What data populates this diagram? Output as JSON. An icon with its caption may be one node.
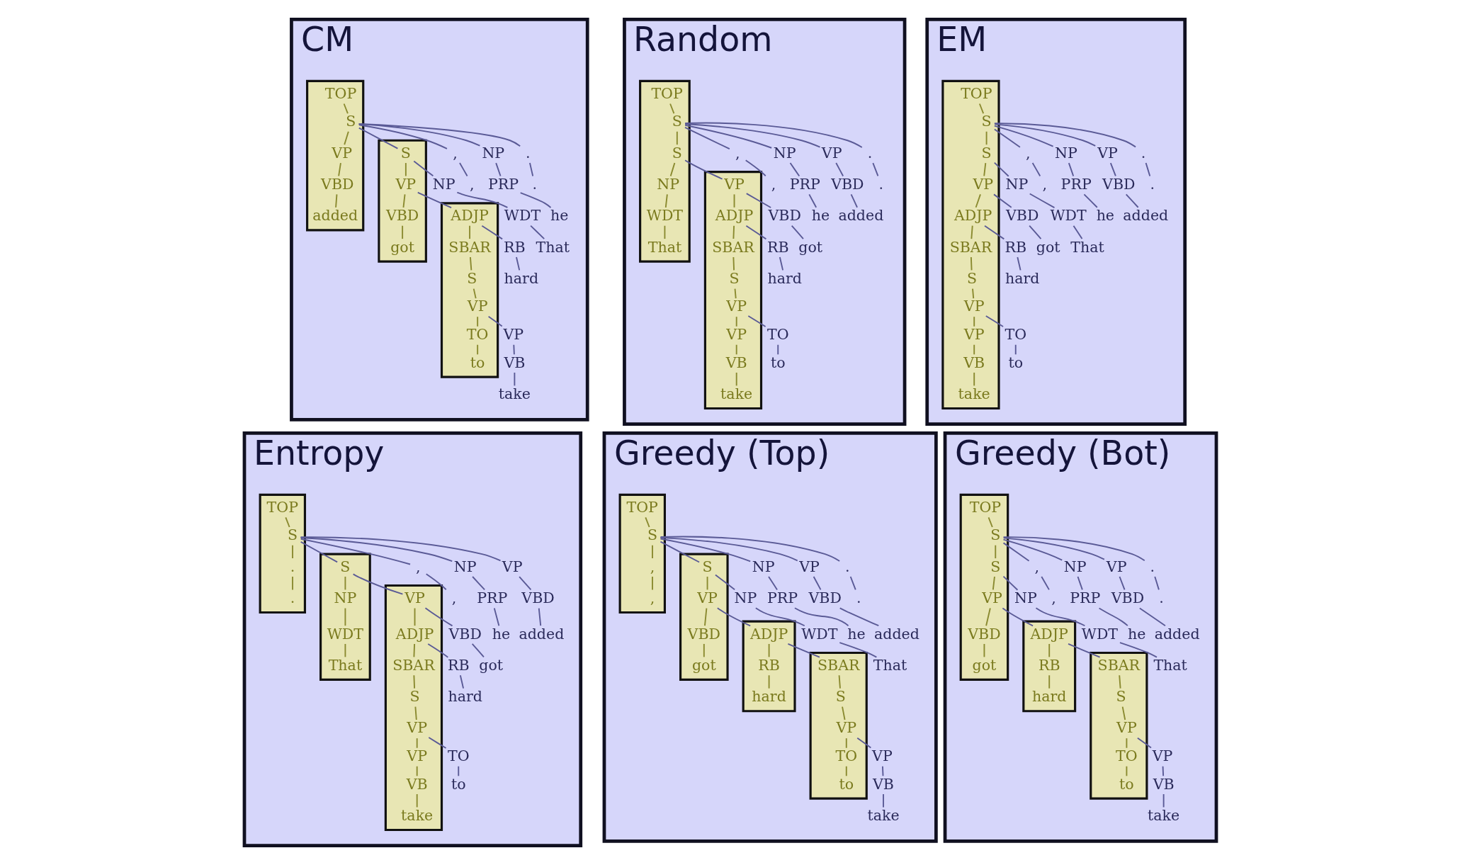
{
  "diagram": {
    "nodes": [
      {
        "text": [
          "CM"
        ]
      },
      {
        "text": [
          "Random"
        ]
      },
      {
        "text": [
          "EM"
        ]
      },
      {
        "text": [
          "Entropy"
        ]
      },
      {
        "text": [
          "Greedy (Top)"
        ]
      },
      {
        "text": [
          "Greedy (Bot)"
        ]
      },
      {
        "text": [],
        "shape": "polygon",
        "in": 0
      },
      {
        "text": [],
        "shape": "polygon",
        "in": 0
      },
      {
        "text": [],
        "shape": "polygon",
        "in": 0
      },
      {
        "text": [],
        "shape": "polygon",
        "in": 1
      },
      {
        "text": [],
        "shape": "polygon",
        "in": 1
      },
      {
        "text": [],
        "shape": "polygon",
        "in": 2
      },
      {
        "text": [],
        "shape": "polygon",
        "in": 3
      },
      {
        "text": [],
        "shape": "polygon",
        "in": 3
      },
      {
        "text": [],
        "shape": "polygon",
        "in": 3
      },
      {
        "text": [],
        "shape": "polygon",
        "in": 4
      },
      {
        "text": [],
        "shape": "polygon",
        "in": 4
      },
      {
        "text": [],
        "shape": "polygon",
        "in": 4
      },
      {
        "text": [],
        "shape": "polygon",
        "in": 4
      },
      {
        "text": [],
        "shape": "polygon",
        "in": 5
      },
      {
        "text": [],
        "shape": "polygon",
        "in": 5
      },
      {
        "text": [],
        "shape": "polygon",
        "in": 5
      },
      {
        "text": [
          "TOP"
        ],
        "in": 6
      },
      {
        "text": [
          "S"
        ],
        "in": 6
      },
      {
        "text": [
          "S"
        ],
        "in": 7
      },
      {
        "text": [
          "NP"
        ],
        "in": 0
      },
      {
        "text": [
          "WDT"
        ],
        "in": 0
      },
      {
        "text": [
          "That"
        ],
        "in": 0
      },
      {
        "text": [
          "VP"
        ],
        "in": 7
      },
      {
        "text": [
          "VBD"
        ],
        "in": 7
      },
      {
        "text": [
          "got"
        ],
        "in": 7
      },
      {
        "text": [
          "ADJP"
        ],
        "in": 8
      },
      {
        "text": [
          "RB"
        ],
        "in": 0
      },
      {
        "text": [
          "hard"
        ],
        "in": 0
      },
      {
        "text": [
          "SBAR"
        ],
        "in": 8
      },
      {
        "text": [
          "S"
        ],
        "in": 8
      },
      {
        "text": [
          "VP"
        ],
        "in": 8
      },
      {
        "text": [
          "TO"
        ],
        "in": 8
      },
      {
        "text": [
          "to"
        ],
        "in": 8
      },
      {
        "text": [
          "VP"
        ],
        "in": 0
      },
      {
        "text": [
          "VB"
        ],
        "in": 0
      },
      {
        "text": [
          "take"
        ],
        "in": 0
      },
      {
        "text": [
          ","
        ],
        "in": 0
      },
      {
        "text": [
          ","
        ],
        "in": 0
      },
      {
        "text": [
          "NP"
        ],
        "in": 0
      },
      {
        "text": [
          "PRP"
        ],
        "in": 0
      },
      {
        "text": [
          "he"
        ],
        "in": 0
      },
      {
        "text": [
          "VP"
        ],
        "in": 6
      },
      {
        "text": [
          "VBD"
        ],
        "in": 6
      },
      {
        "text": [
          "added"
        ],
        "in": 6
      },
      {
        "text": [
          "."
        ],
        "in": 0
      },
      {
        "text": [
          "."
        ],
        "in": 0
      },
      {
        "text": [
          "TOP"
        ],
        "in": 9
      },
      {
        "text": [
          "S"
        ],
        "in": 9
      },
      {
        "text": [
          "S"
        ],
        "in": 9
      },
      {
        "text": [
          "NP"
        ],
        "in": 9
      },
      {
        "text": [
          "WDT"
        ],
        "in": 9
      },
      {
        "text": [
          "That"
        ],
        "in": 9
      },
      {
        "text": [
          "VP"
        ],
        "in": 10
      },
      {
        "text": [
          "VBD"
        ],
        "in": 1
      },
      {
        "text": [
          "got"
        ],
        "in": 1
      },
      {
        "text": [
          "ADJP"
        ],
        "in": 10
      },
      {
        "text": [
          "RB"
        ],
        "in": 1
      },
      {
        "text": [
          "hard"
        ],
        "in": 1
      },
      {
        "text": [
          "SBAR"
        ],
        "in": 10
      },
      {
        "text": [
          "S"
        ],
        "in": 10
      },
      {
        "text": [
          "VP"
        ],
        "in": 10
      },
      {
        "text": [
          "TO"
        ],
        "in": 1
      },
      {
        "text": [
          "to"
        ],
        "in": 1
      },
      {
        "text": [
          "VP"
        ],
        "in": 10
      },
      {
        "text": [
          "VB"
        ],
        "in": 10
      },
      {
        "text": [
          "take"
        ],
        "in": 10
      },
      {
        "text": [
          ","
        ],
        "in": 1
      },
      {
        "text": [
          ","
        ],
        "in": 1
      },
      {
        "text": [
          "NP"
        ],
        "in": 1
      },
      {
        "text": [
          "PRP"
        ],
        "in": 1
      },
      {
        "text": [
          "he"
        ],
        "in": 1
      },
      {
        "text": [
          "VP"
        ],
        "in": 1
      },
      {
        "text": [
          "VBD"
        ],
        "in": 1
      },
      {
        "text": [
          "added"
        ],
        "in": 1
      },
      {
        "text": [
          "."
        ],
        "in": 1
      },
      {
        "text": [
          "."
        ],
        "in": 1
      },
      {
        "text": [
          "TOP"
        ],
        "in": 11
      },
      {
        "text": [
          "S"
        ],
        "in": 11
      },
      {
        "text": [
          "S"
        ],
        "in": 11
      },
      {
        "text": [
          "NP"
        ],
        "in": 2
      },
      {
        "text": [
          "WDT"
        ],
        "in": 2
      },
      {
        "text": [
          "That"
        ],
        "in": 2
      },
      {
        "text": [
          "VP"
        ],
        "in": 11
      },
      {
        "text": [
          "VBD"
        ],
        "in": 2
      },
      {
        "text": [
          "got"
        ],
        "in": 2
      },
      {
        "text": [
          "ADJP"
        ],
        "in": 11
      },
      {
        "text": [
          "RB"
        ],
        "in": 2
      },
      {
        "text": [
          "hard"
        ],
        "in": 2
      },
      {
        "text": [
          "SBAR"
        ],
        "in": 11
      },
      {
        "text": [
          "S"
        ],
        "in": 11
      },
      {
        "text": [
          "VP"
        ],
        "in": 11
      },
      {
        "text": [
          "TO"
        ],
        "in": 2
      },
      {
        "text": [
          "to"
        ],
        "in": 2
      },
      {
        "text": [
          "VP"
        ],
        "in": 11
      },
      {
        "text": [
          "VB"
        ],
        "in": 11
      },
      {
        "text": [
          "take"
        ],
        "in": 11
      },
      {
        "text": [
          ","
        ],
        "in": 2
      },
      {
        "text": [
          ","
        ],
        "in": 2
      },
      {
        "text": [
          "NP"
        ],
        "in": 2
      },
      {
        "text": [
          "PRP"
        ],
        "in": 2
      },
      {
        "text": [
          "he"
        ],
        "in": 2
      },
      {
        "text": [
          "VP"
        ],
        "in": 2
      },
      {
        "text": [
          "VBD"
        ],
        "in": 2
      },
      {
        "text": [
          "added"
        ],
        "in": 2
      },
      {
        "text": [
          "."
        ],
        "in": 2
      },
      {
        "text": [
          "."
        ],
        "in": 2
      },
      {
        "text": [
          "TOP"
        ],
        "in": 12
      },
      {
        "text": [
          "S"
        ],
        "in": 12
      },
      {
        "text": [
          "S"
        ],
        "in": 13
      },
      {
        "text": [
          "NP"
        ],
        "in": 13
      },
      {
        "text": [
          "WDT"
        ],
        "in": 13
      },
      {
        "text": [
          "That"
        ],
        "in": 13
      },
      {
        "text": [
          "VP"
        ],
        "in": 14
      },
      {
        "text": [
          "VBD"
        ],
        "in": 3
      },
      {
        "text": [
          "got"
        ],
        "in": 3
      },
      {
        "text": [
          "ADJP"
        ],
        "in": 14
      },
      {
        "text": [
          "RB"
        ],
        "in": 3
      },
      {
        "text": [
          "hard"
        ],
        "in": 3
      },
      {
        "text": [
          "SBAR"
        ],
        "in": 14
      },
      {
        "text": [
          "S"
        ],
        "in": 14
      },
      {
        "text": [
          "VP"
        ],
        "in": 14
      },
      {
        "text": [
          "TO"
        ],
        "in": 3
      },
      {
        "text": [
          "to"
        ],
        "in": 3
      },
      {
        "text": [
          "VP"
        ],
        "in": 14
      },
      {
        "text": [
          "VB"
        ],
        "in": 14
      },
      {
        "text": [
          "take"
        ],
        "in": 14
      },
      {
        "text": [
          ","
        ],
        "in": 3
      },
      {
        "text": [
          ","
        ],
        "in": 3
      },
      {
        "text": [
          "NP"
        ],
        "in": 3
      },
      {
        "text": [
          "PRP"
        ],
        "in": 3
      },
      {
        "text": [
          "he"
        ],
        "in": 3
      },
      {
        "text": [
          "VP"
        ],
        "in": 3
      },
      {
        "text": [
          "VBD"
        ],
        "in": 3
      },
      {
        "text": [
          "added"
        ],
        "in": 3
      },
      {
        "text": [
          "."
        ],
        "in": 12
      },
      {
        "text": [
          "."
        ],
        "in": 12
      },
      {
        "text": [
          "TOP"
        ],
        "in": 15
      },
      {
        "text": [
          "S"
        ],
        "in": 15
      },
      {
        "text": [
          "S"
        ],
        "in": 16
      },
      {
        "text": [
          "NP"
        ],
        "in": 4
      },
      {
        "text": [
          "WDT"
        ],
        "in": 4
      },
      {
        "text": [
          "That"
        ],
        "in": 4
      },
      {
        "text": [
          "VP"
        ],
        "in": 16
      },
      {
        "text": [
          "VBD"
        ],
        "in": 16
      },
      {
        "text": [
          "got"
        ],
        "in": 16
      },
      {
        "text": [
          "ADJP"
        ],
        "in": 17
      },
      {
        "text": [
          "RB"
        ],
        "in": 17
      },
      {
        "text": [
          "hard"
        ],
        "in": 17
      },
      {
        "text": [
          "SBAR"
        ],
        "in": 18
      },
      {
        "text": [
          "S"
        ],
        "in": 18
      },
      {
        "text": [
          "VP"
        ],
        "in": 18
      },
      {
        "text": [
          "TO"
        ],
        "in": 18
      },
      {
        "text": [
          "to"
        ],
        "in": 18
      },
      {
        "text": [
          "VP"
        ],
        "in": 4
      },
      {
        "text": [
          "VB"
        ],
        "in": 4
      },
      {
        "text": [
          "take"
        ],
        "in": 4
      },
      {
        "text": [
          ","
        ],
        "in": 15
      },
      {
        "text": [
          ","
        ],
        "in": 15
      },
      {
        "text": [
          "NP"
        ],
        "in": 4
      },
      {
        "text": [
          "PRP"
        ],
        "in": 4
      },
      {
        "text": [
          "he"
        ],
        "in": 4
      },
      {
        "text": [
          "VP"
        ],
        "in": 4
      },
      {
        "text": [
          "VBD"
        ],
        "in": 4
      },
      {
        "text": [
          "added"
        ],
        "in": 4
      },
      {
        "text": [
          "."
        ],
        "in": 4
      },
      {
        "text": [
          "."
        ],
        "in": 4
      },
      {
        "text": [
          "TOP"
        ],
        "in": 19
      },
      {
        "text": [
          "S"
        ],
        "in": 19
      },
      {
        "text": [
          "S"
        ],
        "in": 19
      },
      {
        "text": [
          "NP"
        ],
        "in": 5
      },
      {
        "text": [
          "WDT"
        ],
        "in": 5
      },
      {
        "text": [
          "That"
        ],
        "in": 5
      },
      {
        "text": [
          "VP"
        ],
        "in": 19
      },
      {
        "text": [
          "VBD"
        ],
        "in": 19
      },
      {
        "text": [
          "got"
        ],
        "in": 19
      },
      {
        "text": [
          "ADJP"
        ],
        "in": 20
      },
      {
        "text": [
          "RB"
        ],
        "in": 20
      },
      {
        "text": [
          "hard"
        ],
        "in": 20
      },
      {
        "text": [
          "SBAR"
        ],
        "in": 21
      },
      {
        "text": [
          "S"
        ],
        "in": 21
      },
      {
        "text": [
          "VP"
        ],
        "in": 21
      },
      {
        "text": [
          "TO"
        ],
        "in": 21
      },
      {
        "text": [
          "to"
        ],
        "in": 21
      },
      {
        "text": [
          "VP"
        ],
        "in": 5
      },
      {
        "text": [
          "VB"
        ],
        "in": 5
      },
      {
        "text": [
          "take"
        ],
        "in": 5
      },
      {
        "text": [
          ","
        ],
        "in": 5
      },
      {
        "text": [
          ","
        ],
        "in": 5
      },
      {
        "text": [
          "NP"
        ],
        "in": 5
      },
      {
        "text": [
          "PRP"
        ],
        "in": 5
      },
      {
        "text": [
          "he"
        ],
        "in": 5
      },
      {
        "text": [
          "VP"
        ],
        "in": 5
      },
      {
        "text": [
          "VBD"
        ],
        "in": 5
      },
      {
        "text": [
          "added"
        ],
        "in": 5
      },
      {
        "text": [
          "."
        ],
        "in": 5
      },
      {
        "text": [
          "."
        ],
        "in": 5
      }
    ],
    "edges": [
      {
        "from": 22,
        "to": 23,
        "arrow": "none",
        "color": "#8a8a30"
      },
      {
        "from": 23,
        "to": 24,
        "arrow": "none"
      },
      {
        "from": 23,
        "to": 42,
        "arrow": "none"
      },
      {
        "from": 23,
        "to": 44,
        "arrow": "none"
      },
      {
        "from": 23,
        "to": 47,
        "arrow": "none",
        "color": "#8a8a30"
      },
      {
        "from": 23,
        "to": 50,
        "arrow": "none"
      },
      {
        "from": 24,
        "to": 25,
        "arrow": "none"
      },
      {
        "from": 25,
        "to": 26,
        "arrow": "none"
      },
      {
        "from": 26,
        "to": 27,
        "arrow": "none"
      },
      {
        "from": 24,
        "to": 28,
        "arrow": "none",
        "color": "#8a8a30"
      },
      {
        "from": 28,
        "to": 29,
        "arrow": "none",
        "color": "#8a8a30"
      },
      {
        "from": 29,
        "to": 30,
        "arrow": "none",
        "color": "#8a8a30"
      },
      {
        "from": 28,
        "to": 31,
        "arrow": "none"
      },
      {
        "from": 31,
        "to": 32,
        "arrow": "none"
      },
      {
        "from": 32,
        "to": 33,
        "arrow": "none"
      },
      {
        "from": 31,
        "to": 34,
        "arrow": "none",
        "color": "#8a8a30"
      },
      {
        "from": 34,
        "to": 35,
        "arrow": "none",
        "color": "#8a8a30"
      },
      {
        "from": 35,
        "to": 36,
        "arrow": "none",
        "color": "#8a8a30"
      },
      {
        "from": 36,
        "to": 37,
        "arrow": "none",
        "color": "#8a8a30"
      },
      {
        "from": 37,
        "to": 38,
        "arrow": "none",
        "color": "#8a8a30"
      },
      {
        "from": 36,
        "to": 39,
        "arrow": "none"
      },
      {
        "from": 39,
        "to": 40,
        "arrow": "none"
      },
      {
        "from": 40,
        "to": 41,
        "arrow": "none"
      },
      {
        "from": 42,
        "to": 43,
        "arrow": "none"
      },
      {
        "from": 44,
        "to": 45,
        "arrow": "none"
      },
      {
        "from": 45,
        "to": 46,
        "arrow": "none"
      },
      {
        "from": 47,
        "to": 48,
        "arrow": "none",
        "color": "#8a8a30"
      },
      {
        "from": 48,
        "to": 49,
        "arrow": "none",
        "color": "#8a8a30"
      },
      {
        "from": 50,
        "to": 51,
        "arrow": "none"
      },
      {
        "from": 52,
        "to": 53,
        "arrow": "none",
        "color": "#8a8a30"
      },
      {
        "from": 53,
        "to": 54,
        "arrow": "none",
        "color": "#8a8a30"
      },
      {
        "from": 53,
        "to": 72,
        "arrow": "none"
      },
      {
        "from": 53,
        "to": 74,
        "arrow": "none"
      },
      {
        "from": 53,
        "to": 77,
        "arrow": "none"
      },
      {
        "from": 53,
        "to": 80,
        "arrow": "none"
      },
      {
        "from": 54,
        "to": 55,
        "arrow": "none",
        "color": "#8a8a30"
      },
      {
        "from": 55,
        "to": 56,
        "arrow": "none",
        "color": "#8a8a30"
      },
      {
        "from": 56,
        "to": 57,
        "arrow": "none",
        "color": "#8a8a30"
      },
      {
        "from": 54,
        "to": 58,
        "arrow": "none"
      },
      {
        "from": 58,
        "to": 59,
        "arrow": "none"
      },
      {
        "from": 59,
        "to": 60,
        "arrow": "none"
      },
      {
        "from": 58,
        "to": 61,
        "arrow": "none",
        "color": "#8a8a30"
      },
      {
        "from": 61,
        "to": 62,
        "arrow": "none"
      },
      {
        "from": 62,
        "to": 63,
        "arrow": "none"
      },
      {
        "from": 61,
        "to": 64,
        "arrow": "none",
        "color": "#8a8a30"
      },
      {
        "from": 64,
        "to": 65,
        "arrow": "none",
        "color": "#8a8a30"
      },
      {
        "from": 65,
        "to": 66,
        "arrow": "none",
        "color": "#8a8a30"
      },
      {
        "from": 66,
        "to": 67,
        "arrow": "none"
      },
      {
        "from": 67,
        "to": 68,
        "arrow": "none"
      },
      {
        "from": 66,
        "to": 69,
        "arrow": "none",
        "color": "#8a8a30"
      },
      {
        "from": 69,
        "to": 70,
        "arrow": "none",
        "color": "#8a8a30"
      },
      {
        "from": 70,
        "to": 71,
        "arrow": "none",
        "color": "#8a8a30"
      },
      {
        "from": 72,
        "to": 73,
        "arrow": "none"
      },
      {
        "from": 74,
        "to": 75,
        "arrow": "none"
      },
      {
        "from": 75,
        "to": 76,
        "arrow": "none"
      },
      {
        "from": 77,
        "to": 78,
        "arrow": "none"
      },
      {
        "from": 78,
        "to": 79,
        "arrow": "none"
      },
      {
        "from": 80,
        "to": 81,
        "arrow": "none"
      },
      {
        "from": 82,
        "to": 83,
        "arrow": "none",
        "color": "#8a8a30"
      },
      {
        "from": 83,
        "to": 84,
        "arrow": "none",
        "color": "#8a8a30"
      },
      {
        "from": 83,
        "to": 102,
        "arrow": "none"
      },
      {
        "from": 83,
        "to": 104,
        "arrow": "none"
      },
      {
        "from": 83,
        "to": 107,
        "arrow": "none"
      },
      {
        "from": 83,
        "to": 110,
        "arrow": "none"
      },
      {
        "from": 84,
        "to": 85,
        "arrow": "none"
      },
      {
        "from": 85,
        "to": 86,
        "arrow": "none"
      },
      {
        "from": 86,
        "to": 87,
        "arrow": "none"
      },
      {
        "from": 84,
        "to": 88,
        "arrow": "none",
        "color": "#8a8a30"
      },
      {
        "from": 88,
        "to": 89,
        "arrow": "none"
      },
      {
        "from": 89,
        "to": 90,
        "arrow": "none"
      },
      {
        "from": 88,
        "to": 91,
        "arrow": "none",
        "color": "#8a8a30"
      },
      {
        "from": 91,
        "to": 92,
        "arrow": "none"
      },
      {
        "from": 92,
        "to": 93,
        "arrow": "none"
      },
      {
        "from": 91,
        "to": 94,
        "arrow": "none",
        "color": "#8a8a30"
      },
      {
        "from": 94,
        "to": 95,
        "arrow": "none",
        "color": "#8a8a30"
      },
      {
        "from": 95,
        "to": 96,
        "arrow": "none",
        "color": "#8a8a30"
      },
      {
        "from": 96,
        "to": 97,
        "arrow": "none"
      },
      {
        "from": 97,
        "to": 98,
        "arrow": "none"
      },
      {
        "from": 96,
        "to": 99,
        "arrow": "none",
        "color": "#8a8a30"
      },
      {
        "from": 99,
        "to": 100,
        "arrow": "none",
        "color": "#8a8a30"
      },
      {
        "from": 100,
        "to": 101,
        "arrow": "none",
        "color": "#8a8a30"
      },
      {
        "from": 102,
        "to": 103,
        "arrow": "none"
      },
      {
        "from": 104,
        "to": 105,
        "arrow": "none"
      },
      {
        "from": 105,
        "to": 106,
        "arrow": "none"
      },
      {
        "from": 107,
        "to": 108,
        "arrow": "none"
      },
      {
        "from": 108,
        "to": 109,
        "arrow": "none"
      },
      {
        "from": 110,
        "to": 111,
        "arrow": "none"
      },
      {
        "from": 112,
        "to": 113,
        "arrow": "none",
        "color": "#8a8a30"
      },
      {
        "from": 113,
        "to": 114,
        "arrow": "none"
      },
      {
        "from": 113,
        "to": 132,
        "arrow": "none"
      },
      {
        "from": 113,
        "to": 134,
        "arrow": "none"
      },
      {
        "from": 113,
        "to": 137,
        "arrow": "none"
      },
      {
        "from": 113,
        "to": 140,
        "arrow": "none",
        "color": "#8a8a30"
      },
      {
        "from": 114,
        "to": 115,
        "arrow": "none",
        "color": "#8a8a30"
      },
      {
        "from": 115,
        "to": 116,
        "arrow": "none",
        "color": "#8a8a30"
      },
      {
        "from": 116,
        "to": 117,
        "arrow": "none",
        "color": "#8a8a30"
      },
      {
        "from": 114,
        "to": 118,
        "arrow": "none"
      },
      {
        "from": 118,
        "to": 119,
        "arrow": "none"
      },
      {
        "from": 119,
        "to": 120,
        "arrow": "none"
      },
      {
        "from": 118,
        "to": 121,
        "arrow": "none",
        "color": "#8a8a30"
      },
      {
        "from": 121,
        "to": 122,
        "arrow": "none"
      },
      {
        "from": 122,
        "to": 123,
        "arrow": "none"
      },
      {
        "from": 121,
        "to": 124,
        "arrow": "none",
        "color": "#8a8a30"
      },
      {
        "from": 124,
        "to": 125,
        "arrow": "none",
        "color": "#8a8a30"
      },
      {
        "from": 125,
        "to": 126,
        "arrow": "none",
        "color": "#8a8a30"
      },
      {
        "from": 126,
        "to": 127,
        "arrow": "none"
      },
      {
        "from": 127,
        "to": 128,
        "arrow": "none"
      },
      {
        "from": 126,
        "to": 129,
        "arrow": "none",
        "color": "#8a8a30"
      },
      {
        "from": 129,
        "to": 130,
        "arrow": "none",
        "color": "#8a8a30"
      },
      {
        "from": 130,
        "to": 131,
        "arrow": "none",
        "color": "#8a8a30"
      },
      {
        "from": 132,
        "to": 133,
        "arrow": "none"
      },
      {
        "from": 134,
        "to": 135,
        "arrow": "none"
      },
      {
        "from": 135,
        "to": 136,
        "arrow": "none"
      },
      {
        "from": 137,
        "to": 138,
        "arrow": "none"
      },
      {
        "from": 138,
        "to": 139,
        "arrow": "none"
      },
      {
        "from": 140,
        "to": 141,
        "arrow": "none",
        "color": "#8a8a30"
      },
      {
        "from": 142,
        "to": 143,
        "arrow": "none",
        "color": "#8a8a30"
      },
      {
        "from": 143,
        "to": 144,
        "arrow": "none"
      },
      {
        "from": 143,
        "to": 162,
        "arrow": "none",
        "color": "#8a8a30"
      },
      {
        "from": 143,
        "to": 164,
        "arrow": "none"
      },
      {
        "from": 143,
        "to": 167,
        "arrow": "none"
      },
      {
        "from": 143,
        "to": 170,
        "arrow": "none"
      },
      {
        "from": 144,
        "to": 145,
        "arrow": "none"
      },
      {
        "from": 145,
        "to": 146,
        "arrow": "none"
      },
      {
        "from": 146,
        "to": 147,
        "arrow": "none"
      },
      {
        "from": 144,
        "to": 148,
        "arrow": "none",
        "color": "#8a8a30"
      },
      {
        "from": 148,
        "to": 149,
        "arrow": "none",
        "color": "#8a8a30"
      },
      {
        "from": 149,
        "to": 150,
        "arrow": "none",
        "color": "#8a8a30"
      },
      {
        "from": 148,
        "to": 151,
        "arrow": "none"
      },
      {
        "from": 151,
        "to": 152,
        "arrow": "none",
        "color": "#8a8a30"
      },
      {
        "from": 152,
        "to": 153,
        "arrow": "none",
        "color": "#8a8a30"
      },
      {
        "from": 151,
        "to": 154,
        "arrow": "none"
      },
      {
        "from": 154,
        "to": 155,
        "arrow": "none",
        "color": "#8a8a30"
      },
      {
        "from": 155,
        "to": 156,
        "arrow": "none",
        "color": "#8a8a30"
      },
      {
        "from": 156,
        "to": 157,
        "arrow": "none",
        "color": "#8a8a30"
      },
      {
        "from": 157,
        "to": 158,
        "arrow": "none",
        "color": "#8a8a30"
      },
      {
        "from": 156,
        "to": 159,
        "arrow": "none"
      },
      {
        "from": 159,
        "to": 160,
        "arrow": "none"
      },
      {
        "from": 160,
        "to": 161,
        "arrow": "none"
      },
      {
        "from": 162,
        "to": 163,
        "arrow": "none",
        "color": "#8a8a30"
      },
      {
        "from": 164,
        "to": 165,
        "arrow": "none"
      },
      {
        "from": 165,
        "to": 166,
        "arrow": "none"
      },
      {
        "from": 167,
        "to": 168,
        "arrow": "none"
      },
      {
        "from": 168,
        "to": 169,
        "arrow": "none"
      },
      {
        "from": 170,
        "to": 171,
        "arrow": "none"
      },
      {
        "from": 172,
        "to": 173,
        "arrow": "none",
        "color": "#8a8a30"
      },
      {
        "from": 173,
        "to": 174,
        "arrow": "none",
        "color": "#8a8a30"
      },
      {
        "from": 173,
        "to": 192,
        "arrow": "none"
      },
      {
        "from": 173,
        "to": 194,
        "arrow": "none"
      },
      {
        "from": 173,
        "to": 197,
        "arrow": "none"
      },
      {
        "from": 173,
        "to": 200,
        "arrow": "none"
      },
      {
        "from": 174,
        "to": 175,
        "arrow": "none"
      },
      {
        "from": 175,
        "to": 176,
        "arrow": "none"
      },
      {
        "from": 176,
        "to": 177,
        "arrow": "none"
      },
      {
        "from": 174,
        "to": 178,
        "arrow": "none",
        "color": "#8a8a30"
      },
      {
        "from": 178,
        "to": 179,
        "arrow": "none",
        "color": "#8a8a30"
      },
      {
        "from": 179,
        "to": 180,
        "arrow": "none",
        "color": "#8a8a30"
      },
      {
        "from": 178,
        "to": 181,
        "arrow": "none"
      },
      {
        "from": 181,
        "to": 182,
        "arrow": "none",
        "color": "#8a8a30"
      },
      {
        "from": 182,
        "to": 183,
        "arrow": "none",
        "color": "#8a8a30"
      },
      {
        "from": 181,
        "to": 184,
        "arrow": "none"
      },
      {
        "from": 184,
        "to": 185,
        "arrow": "none",
        "color": "#8a8a30"
      },
      {
        "from": 185,
        "to": 186,
        "arrow": "none",
        "color": "#8a8a30"
      },
      {
        "from": 186,
        "to": 187,
        "arrow": "none",
        "color": "#8a8a30"
      },
      {
        "from": 187,
        "to": 188,
        "arrow": "none",
        "color": "#8a8a30"
      },
      {
        "from": 186,
        "to": 189,
        "arrow": "none"
      },
      {
        "from": 189,
        "to": 190,
        "arrow": "none"
      },
      {
        "from": 190,
        "to": 191,
        "arrow": "none"
      },
      {
        "from": 192,
        "to": 193,
        "arrow": "none"
      },
      {
        "from": 194,
        "to": 195,
        "arrow": "none"
      },
      {
        "from": 195,
        "to": 196,
        "arrow": "none"
      },
      {
        "from": 197,
        "to": 198,
        "arrow": "none"
      },
      {
        "from": 198,
        "to": 199,
        "arrow": "none"
      },
      {
        "from": 200,
        "to": 201,
        "arrow": "none"
      }
    ]
  }
}
